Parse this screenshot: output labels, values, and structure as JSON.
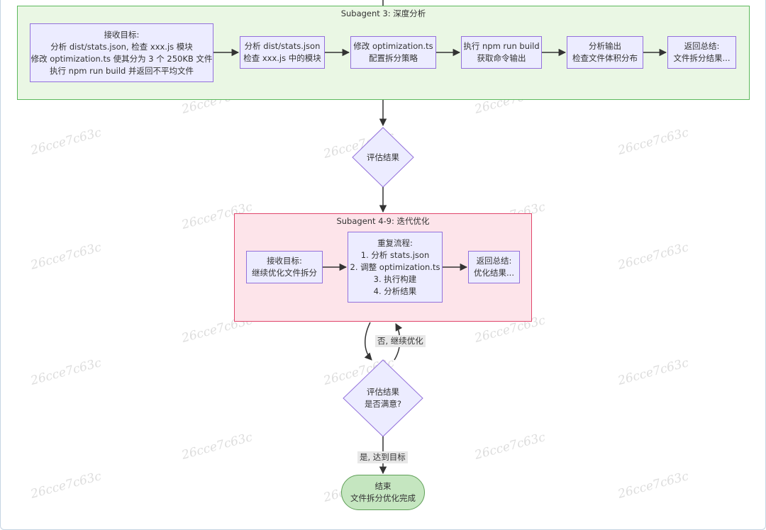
{
  "watermark_text": "26cce7c63c",
  "colors": {
    "node_fill": "#ececff",
    "node_border": "#9370db",
    "green_cluster_fill": "#eaf7e4",
    "green_cluster_border": "#5cb85c",
    "pink_cluster_fill": "#fde4ea",
    "pink_cluster_border": "#e0456b",
    "end_fill": "#c5e6c0",
    "end_border": "#5f9f57",
    "edge": "#333333"
  },
  "subagent3": {
    "title": "Subagent 3: 深度分析",
    "receive": {
      "line1": "接收目标:",
      "line2": "分析 dist/stats.json, 检查 xxx.js 模块",
      "line3": "修改 optimization.ts 使其分为 3 个 250KB 文件",
      "line4": "执行 npm run build 并返回不平均文件"
    },
    "step1": {
      "line1": "分析 dist/stats.json",
      "line2": "检查 xxx.js 中的模块"
    },
    "step2": {
      "line1": "修改 optimization.ts",
      "line2": "配置拆分策略"
    },
    "step3": {
      "line1": "执行 npm run build",
      "line2": "获取命令输出"
    },
    "step4": {
      "line1": "分析输出",
      "line2": "检查文件体积分布"
    },
    "step5": {
      "line1": "返回总结:",
      "line2": "文件拆分结果..."
    }
  },
  "evaluate1": {
    "label": "评估结果"
  },
  "subagent49": {
    "title": "Subagent 4-9: 迭代优化",
    "receive": {
      "line1": "接收目标:",
      "line2": "继续优化文件拆分"
    },
    "repeat": {
      "line1": "重复流程:",
      "line2": "1. 分析 stats.json",
      "line3": "2. 调整 optimization.ts",
      "line4": "3. 执行构建",
      "line5": "4. 分析结果"
    },
    "summary": {
      "line1": "返回总结:",
      "line2": "优化结果..."
    }
  },
  "loop_label": "否, 继续优化",
  "evaluate2": {
    "line1": "评估结果",
    "line2": "是否满意?"
  },
  "yes_label": "是, 达到目标",
  "end": {
    "line1": "结束",
    "line2": "文件拆分优化完成"
  }
}
